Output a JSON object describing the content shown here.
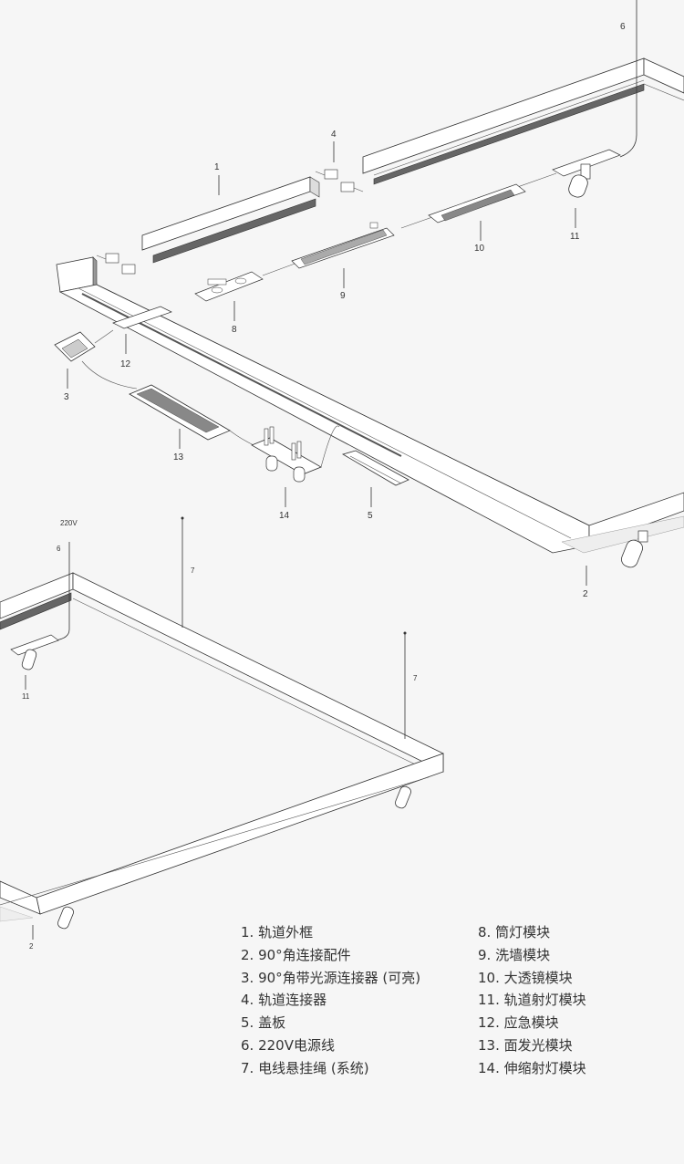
{
  "callouts": {
    "c1": "1",
    "c2": "2",
    "c3": "3",
    "c4": "4",
    "c5": "5",
    "c6": "6",
    "c7": "7",
    "c8": "8",
    "c9": "9",
    "c10": "10",
    "c11": "11",
    "c12": "12",
    "c13": "13",
    "c14": "14",
    "voltage": "220V"
  },
  "legend": {
    "left": [
      "1. 轨道外框",
      "2. 90°角连接配件",
      "3. 90°角带光源连接器 (可亮)",
      "4. 轨道连接器",
      "5. 盖板",
      "6. 220V电源线",
      "7. 电线悬挂绳 (系统)"
    ],
    "right": [
      "8. 筒灯模块",
      "9. 洗墙模块",
      "10. 大透镜模块",
      "11.  轨道射灯模块",
      "12. 应急模块",
      "13. 面发光模块",
      "14. 伸缩射灯模块"
    ]
  }
}
